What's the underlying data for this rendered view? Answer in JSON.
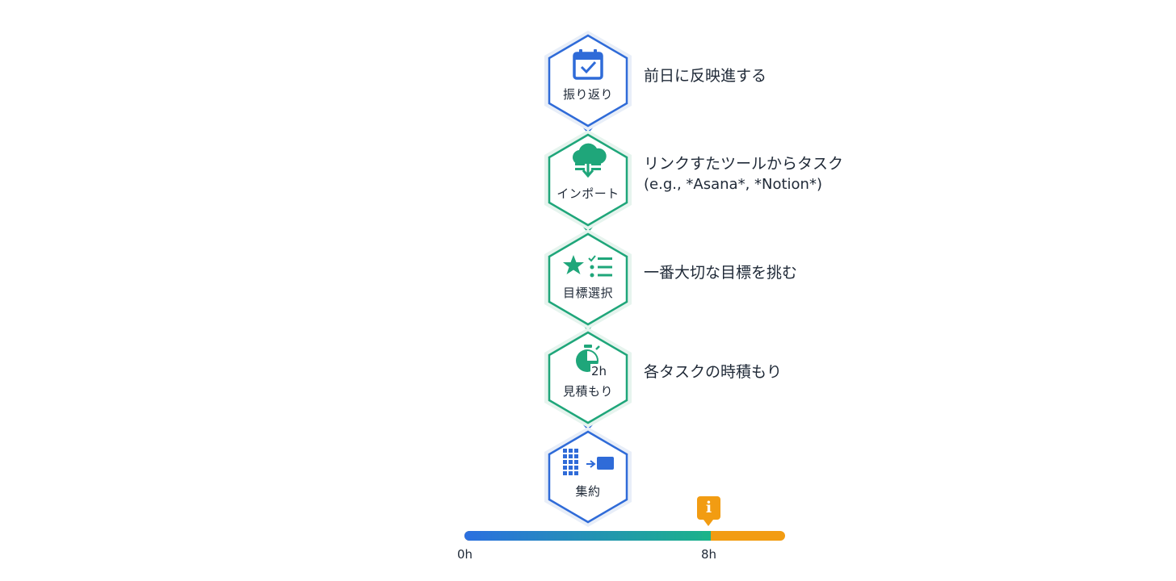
{
  "steps": [
    {
      "label": "振り返り",
      "description": "前日に反映進する",
      "description_sub": "",
      "icon": "calendar-check-icon",
      "color": "#2f6bd8"
    },
    {
      "label": "インポート",
      "description": "リンクすたツールからタスク",
      "description_sub": "(e.g., *Asana*, *Notion*)",
      "icon": "cloud-download-icon",
      "color": "#1fa67a"
    },
    {
      "label": "目標選択",
      "description": "一番大切な目標を挑む",
      "description_sub": "",
      "icon": "star-checklist-icon",
      "color": "#1fa67a"
    },
    {
      "label": "見積もり",
      "description": "各タスクの時積もり",
      "description_sub": "",
      "icon": "stopwatch-icon",
      "color": "#1fa67a",
      "icon_text": "2h"
    },
    {
      "label": "集約",
      "description": "",
      "description_sub": "",
      "icon": "grid-aggregate-icon",
      "color": "#2f6bd8"
    }
  ],
  "timeline": {
    "start_label": "0h",
    "end_label": "8h",
    "info_icon": "info-icon",
    "info_text": "i",
    "gradient_start_color": "#2b6fe0",
    "gradient_end_color": "#1bb38a",
    "overflow_color": "#f29c12"
  }
}
